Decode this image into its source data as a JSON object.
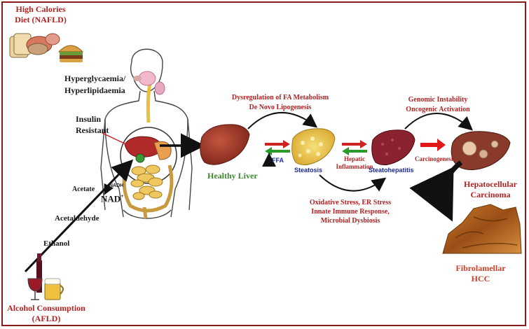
{
  "diet": {
    "line1": "High Calories",
    "line2": "Diet (NAFLD)"
  },
  "hyper": {
    "line1": "Hyperglycaemia/",
    "line2": "Hyperlipidaemia"
  },
  "insulin": {
    "line1": "Insulin",
    "line2": "Resistant"
  },
  "acetate": "Acetate",
  "nadh": "NADH",
  "nad": "NAD",
  "nad_sup": "+",
  "acetaldehyde": "Acetaldehyde",
  "ethanol": "Ethanol",
  "alcohol": {
    "line1": "Alcohol Consumption",
    "line2": "(AFLD)"
  },
  "healthy_liver": "Healthy Liver",
  "ffa": "FFA",
  "fa_metab": {
    "line1": "Dysregulation of FA Metabolism",
    "line2": "De Novo Lipogenesis"
  },
  "steatosis": "Steatosis",
  "hepatic_inflammation": {
    "line1": "Hepatic",
    "line2": "Inflammation"
  },
  "steatohepatitis": "Steatohepatitis",
  "stress": {
    "line1": "Oxidative Stress, ER Stress",
    "line2": "Innate Immune Response,",
    "line3": "Microbial Dysbiosis"
  },
  "genomic": {
    "line1": "Genomic Instability",
    "line2": "Oncogenic Activation"
  },
  "carcinogenesis": "Carcinogenesis",
  "hcc": {
    "line1": "Hepatocellular",
    "line2": "Carcinoma"
  },
  "fibro": {
    "line1": "Fibrolamellar",
    "line2": "HCC"
  },
  "colors": {
    "label_red": "#b22222",
    "green": "#3a8a2a",
    "blue": "#1a2a9a",
    "liver": "#a33a2e",
    "fat": "#e8c64a"
  }
}
